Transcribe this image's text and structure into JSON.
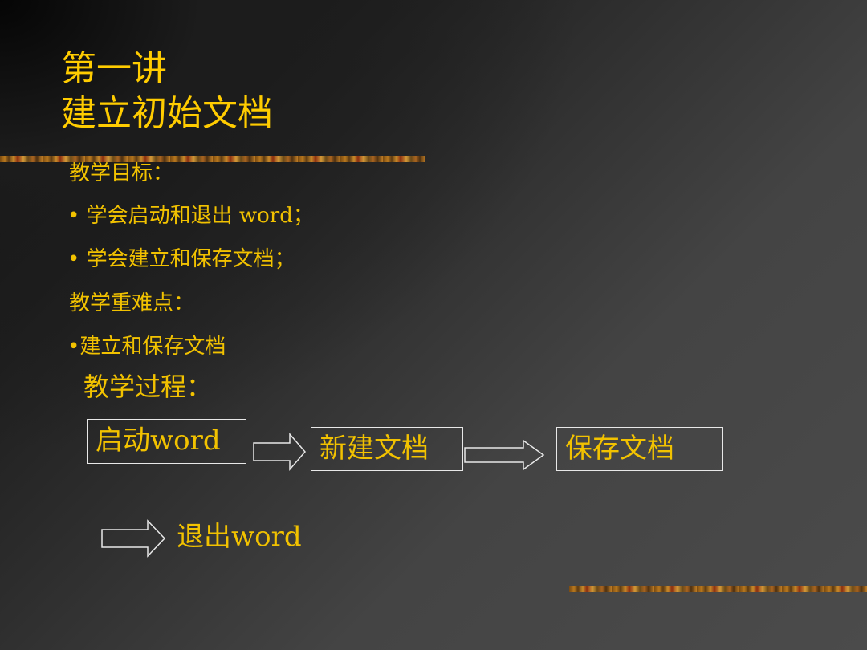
{
  "title": {
    "line1": "第一讲",
    "line2": "建立初始文档"
  },
  "objectives": {
    "heading": "教学目标：",
    "items": [
      "• 学会启动和退出 word；",
      "•  学会建立和保存文档；"
    ]
  },
  "difficulties": {
    "heading": "教学重难点：",
    "items": [
      "•建立和保存文档"
    ]
  },
  "process": {
    "heading": "教学过程：",
    "steps": [
      "启动word",
      "新建文档",
      "保存文档",
      "退出word"
    ]
  },
  "colors": {
    "text": "#f2c200",
    "box_border": "#e8e8e8",
    "background_dark": "#0a0a0a",
    "background_gray": "#4b4b4b"
  }
}
